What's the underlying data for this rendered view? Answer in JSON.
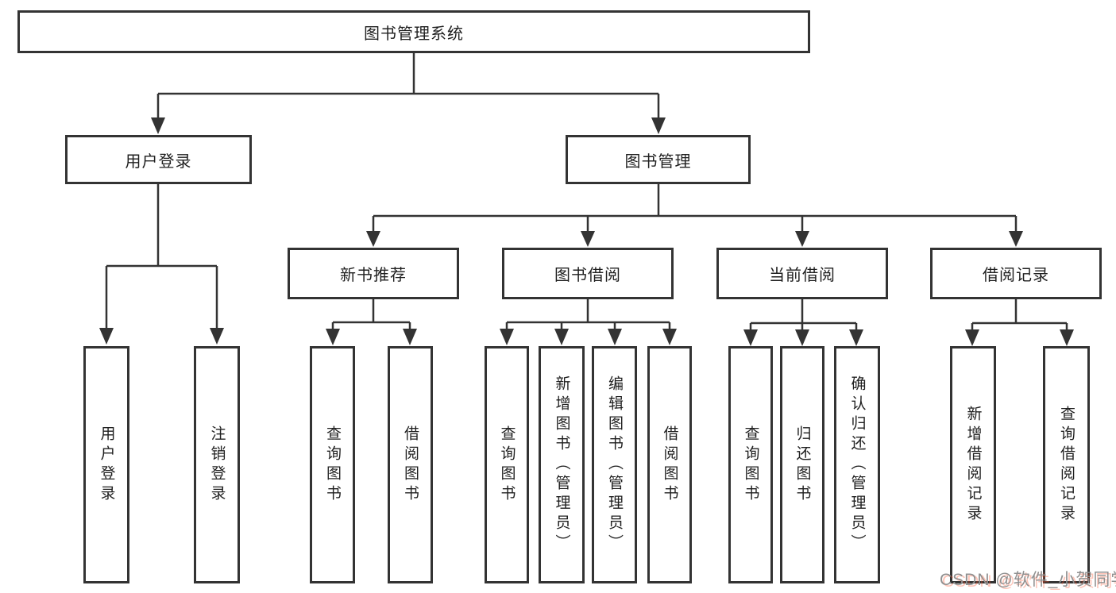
{
  "diagram": {
    "root": {
      "label": "图书管理系统"
    },
    "branches": [
      {
        "label": "用户登录",
        "children": [
          {
            "label": "用户登录"
          },
          {
            "label": "注销登录"
          }
        ]
      },
      {
        "label": "图书管理",
        "children": [
          {
            "label": "新书推荐",
            "children": [
              {
                "label": "查询图书"
              },
              {
                "label": "借阅图书"
              }
            ]
          },
          {
            "label": "图书借阅",
            "children": [
              {
                "label": "查询图书"
              },
              {
                "label": "新增图书（管理员）"
              },
              {
                "label": "编辑图书（管理员）"
              },
              {
                "label": "借阅图书"
              }
            ]
          },
          {
            "label": "当前借阅",
            "children": [
              {
                "label": "查询图书"
              },
              {
                "label": "归还图书"
              },
              {
                "label": "确认归还（管理员）"
              }
            ]
          },
          {
            "label": "借阅记录",
            "children": [
              {
                "label": "新增借阅记录"
              },
              {
                "label": "查询借阅记录"
              }
            ]
          }
        ]
      }
    ]
  },
  "watermark": {
    "text": "CSDN @软件_小贺同学"
  },
  "colors": {
    "line": "#333333",
    "box_border": "#333333",
    "background": "#ffffff",
    "watermark_gray": "#909090",
    "watermark_red": "#fc5531"
  }
}
